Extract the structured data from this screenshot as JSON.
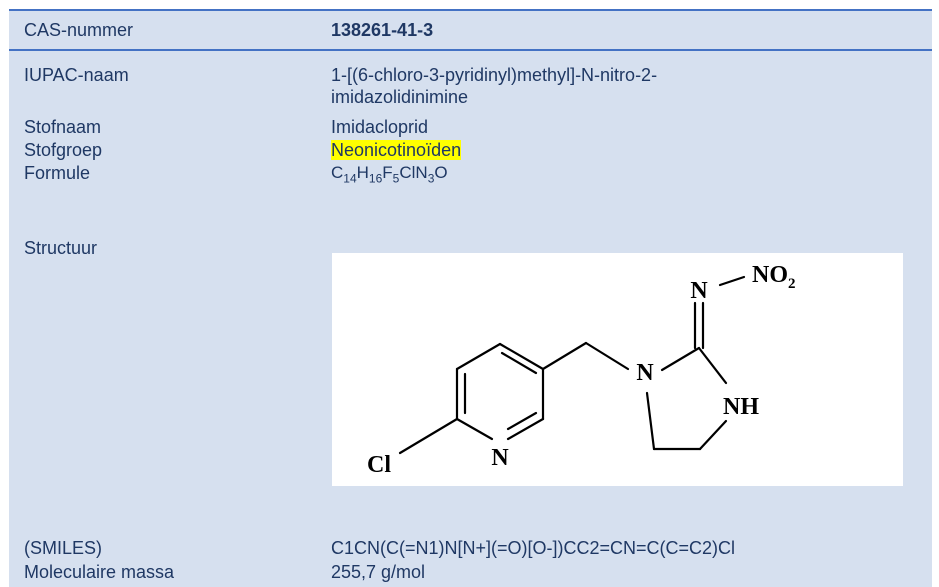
{
  "table": {
    "cas": {
      "label": "CAS-nummer",
      "value": "138261-41-3"
    },
    "iupac": {
      "label": "IUPAC-naam",
      "value_line1": "1-[(6-chloro-3-pyridinyl)methyl]-N-nitro-2-",
      "value_line2": "imidazolidinimine"
    },
    "stofnaam": {
      "label": "Stofnaam",
      "value": "Imidacloprid"
    },
    "stofgroep": {
      "label": "Stofgroep",
      "value": "Neonicotinoïden"
    },
    "formule": {
      "label": "Formule",
      "parts": [
        "C",
        "14",
        "H",
        "16",
        "F",
        "5",
        "ClN",
        "3",
        "O"
      ]
    },
    "structuur": {
      "label": "Structuur",
      "atoms": {
        "no2": "NO",
        "no2_sub": "2",
        "n_top": "N",
        "n_ring": "N",
        "nh": "NH",
        "cl": "Cl",
        "n_pyr": "N"
      }
    },
    "smiles": {
      "label": "(SMILES)",
      "value": "C1CN(C(=N1)N[N+](=O)[O-])CC2=CN=C(C=C2)Cl"
    },
    "massa": {
      "label": "Moleculaire massa",
      "value": "255,7  g/mol"
    }
  },
  "colors": {
    "cell_bg": "#d6e0ef",
    "text": "#1f3864",
    "border": "#4472c4",
    "highlight": "#ffff00"
  }
}
